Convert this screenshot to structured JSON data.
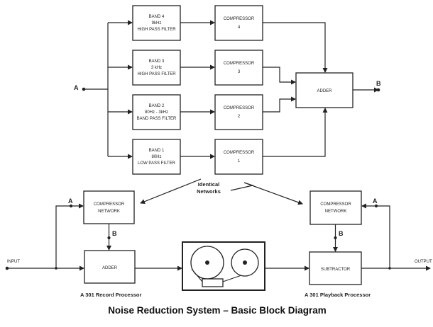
{
  "filters": [
    {
      "l1": "BAND 4",
      "l2": "9kHz",
      "l3": "HIGH PASS FILTER"
    },
    {
      "l1": "BAND 3",
      "l2": "3 kHz",
      "l3": "HIGH PASS FILTER"
    },
    {
      "l1": "BAND 2",
      "l2": "80Hz - 3kHz",
      "l3": "BAND PASS FILTER"
    },
    {
      "l1": "BAND 1",
      "l2": "80Hz",
      "l3": "LOW PASS FILTER"
    }
  ],
  "compressors": [
    {
      "label": "COMPRESSOR",
      "num": "4"
    },
    {
      "label": "COMPRESSOR",
      "num": "3"
    },
    {
      "label": "COMPRESSOR",
      "num": "2"
    },
    {
      "label": "COMPRESSOR",
      "num": "1"
    }
  ],
  "adder_top": "ADDER",
  "point_a": "A",
  "point_b": "B",
  "identical_note": {
    "line1": "Identical",
    "line2": "Networks"
  },
  "record": {
    "network_l1": "COMPRESSOR",
    "network_l2": "NETWORK",
    "adder": "ADDER",
    "input": "INPUT",
    "caption": "A 301 Record Processor"
  },
  "playback": {
    "network_l1": "COMPRESSOR",
    "network_l2": "NETWORK",
    "subtractor": "SUBTRACTOR",
    "output": "OUTPUT",
    "caption": "A 301 Playback Processor"
  },
  "title": "Noise Reduction System – Basic Block Diagram"
}
